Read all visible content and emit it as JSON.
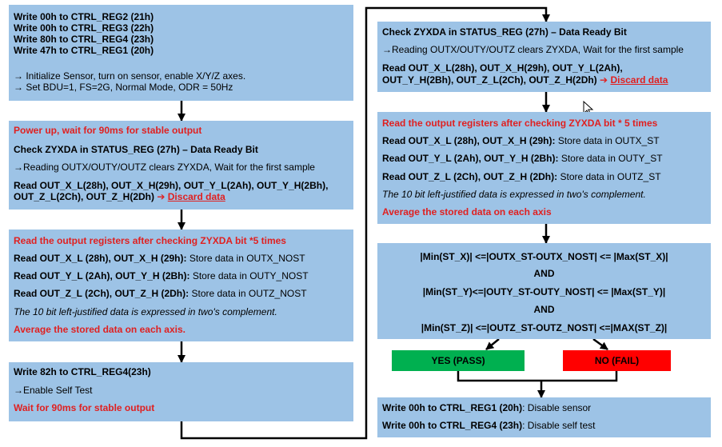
{
  "box1": {
    "l1": "Write 00h to CTRL_REG2 (21h)",
    "l2": "Write 00h to CTRL_REG3 (22h)",
    "l3": "Write 80h to CTRL_REG4 (23h)",
    "l4": "Write 47h to CTRL_REG1 (20h)",
    "l5": "→ Initialize Sensor, turn on sensor, enable X/Y/Z axes.",
    "l6": "→ Set BDU=1, FS=2G, Normal Mode, ODR = 50Hz"
  },
  "box2": {
    "l1": "Power up, wait for 90ms for stable output",
    "l2": "Check ZYXDA in STATUS_REG (27h) – Data Ready Bit",
    "l3": "→Reading OUTX/OUTY/OUTZ clears ZYXDA, Wait for the first sample",
    "l4": "Read OUT_X_L(28h), OUT_X_H(29h), OUT_Y_L(2Ah), OUT_Y_H(2Bh),",
    "l5a": "OUT_Z_L(2Ch), OUT_Z_H(2Dh)",
    "l5b": "Discard data"
  },
  "box3": {
    "l1": "Read the output registers after checking ZYXDA bit *5 times",
    "l2a": "Read OUT_X_L (28h), OUT_X_H (29h):",
    "l2b": " Store data in OUTX_NOST",
    "l3a": "Read OUT_Y_L (2Ah), OUT_Y_H (2Bh):",
    "l3b": " Store data in OUTY_NOST",
    "l4a": "Read OUT_Z_L (2Ch), OUT_Z_H (2Dh):",
    "l4b": " Store data in OUTZ_NOST",
    "l5": "The 10 bit left-justified data is expressed in two's complement.",
    "l6": "Average the stored data on each axis."
  },
  "box4": {
    "l1": "Write 82h to CTRL_REG4(23h)",
    "l2": "→Enable Self Test",
    "l3": "Wait for 90ms for stable output"
  },
  "box5": {
    "l1": "Check ZYXDA in STATUS_REG (27h) – Data Ready Bit",
    "l2": "→Reading OUTX/OUTY/OUTZ clears ZYXDA, Wait for the first sample",
    "l3": "Read OUT_X_L(28h), OUT_X_H(29h), OUT_Y_L(2Ah),",
    "l4a": "OUT_Y_H(2Bh), OUT_Z_L(2Ch), OUT_Z_H(2Dh)",
    "l4b": "Discard data"
  },
  "box6": {
    "l1": "Read the output registers after checking ZYXDA bit * 5 times",
    "l2a": "Read OUT_X_L (28h), OUT_X_H (29h):",
    "l2b": " Store data in OUTX_ST",
    "l3a": "Read OUT_Y_L (2Ah), OUT_Y_H (2Bh):",
    "l3b": " Store data in OUTY_ST",
    "l4a": "Read OUT_Z_L (2Ch), OUT_Z_H (2Dh):",
    "l4b": " Store data in OUTZ_ST",
    "l5": "The 10 bit left-justified data is expressed in two's complement.",
    "l6": "Average the stored data on each axis"
  },
  "box7": {
    "l1": "|Min(ST_X)| <=|OUTX_ST-OUTX_NOST| <= |Max(ST_X)|",
    "l2": "AND",
    "l3": "|Min(ST_Y)<=|OUTY_ST-OUTY_NOST| <= |Max(ST_Y)|",
    "l4": "AND",
    "l5": "|Min(ST_Z)| <=|OUTZ_ST-OUTZ_NOST| <=|MAX(ST_Z)|"
  },
  "results": {
    "pass": "YES (PASS)",
    "fail": "NO (FAIL)"
  },
  "box8": {
    "l1a": "Write 00h to CTRL_REG1 (20h)",
    "l1b": ": Disable sensor",
    "l2a": "Write 00h to CTRL_REG4 (23h)",
    "l2b": ": Disable self test"
  },
  "arrow_glyph": "➔"
}
